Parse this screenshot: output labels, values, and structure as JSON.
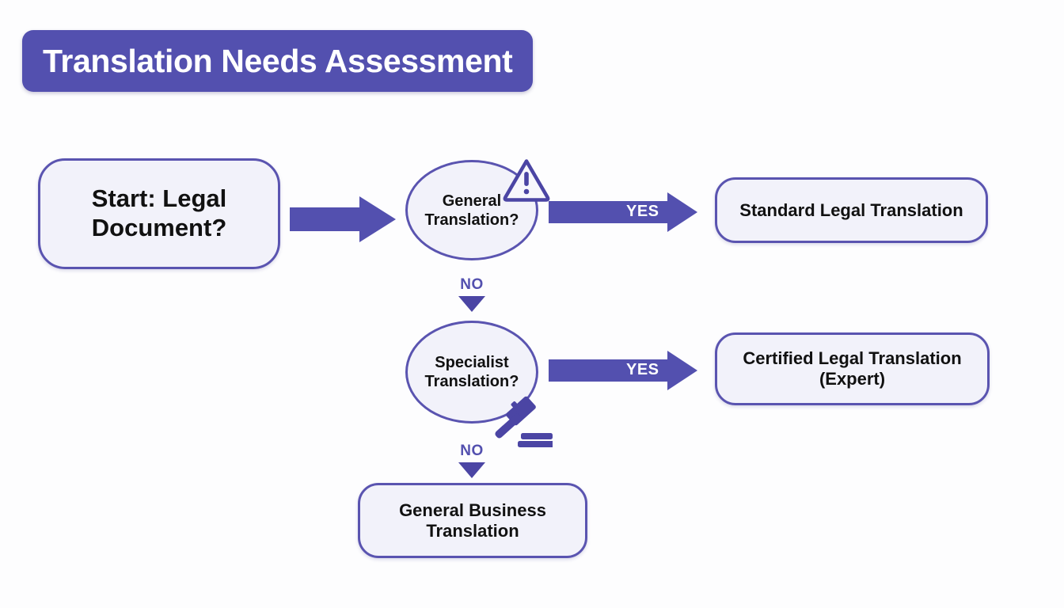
{
  "page": {
    "background_color": "#fdfdfe",
    "accent_color": "#5350AF",
    "node_fill_color": "#F2F2FA",
    "node_border_color": "#5A54B0",
    "text_color": "#111111"
  },
  "title": {
    "text": "Translation Needs Assessment",
    "background_color": "#5350AF",
    "text_color": "#ffffff"
  },
  "flowchart": {
    "type": "flowchart",
    "nodes": [
      {
        "id": "start",
        "shape": "rounded-rect",
        "label": "Start: Legal\nDocument?"
      },
      {
        "id": "general",
        "shape": "circle",
        "label": "General\nTranslation?",
        "icon": "warning-triangle-icon"
      },
      {
        "id": "specialist",
        "shape": "circle",
        "label": "Specialist\nTranslation?",
        "icon": "gavel-icon"
      },
      {
        "id": "standard",
        "shape": "rounded-rect",
        "label": "Standard Legal Translation"
      },
      {
        "id": "certified",
        "shape": "rounded-rect",
        "label": "Certified Legal Translation\n(Expert)"
      },
      {
        "id": "general-business",
        "shape": "rounded-rect",
        "label": "General Business\nTranslation"
      }
    ],
    "edges": [
      {
        "id": "start-to-general",
        "from": "start",
        "to": "general",
        "label": "",
        "direction": "right"
      },
      {
        "id": "general-yes",
        "from": "general",
        "to": "standard",
        "label": "YES",
        "direction": "right"
      },
      {
        "id": "general-no",
        "from": "general",
        "to": "specialist",
        "label": "NO",
        "direction": "down"
      },
      {
        "id": "specialist-yes",
        "from": "specialist",
        "to": "certified",
        "label": "YES",
        "direction": "right"
      },
      {
        "id": "specialist-no",
        "from": "specialist",
        "to": "general-business",
        "label": "NO",
        "direction": "down"
      }
    ]
  }
}
